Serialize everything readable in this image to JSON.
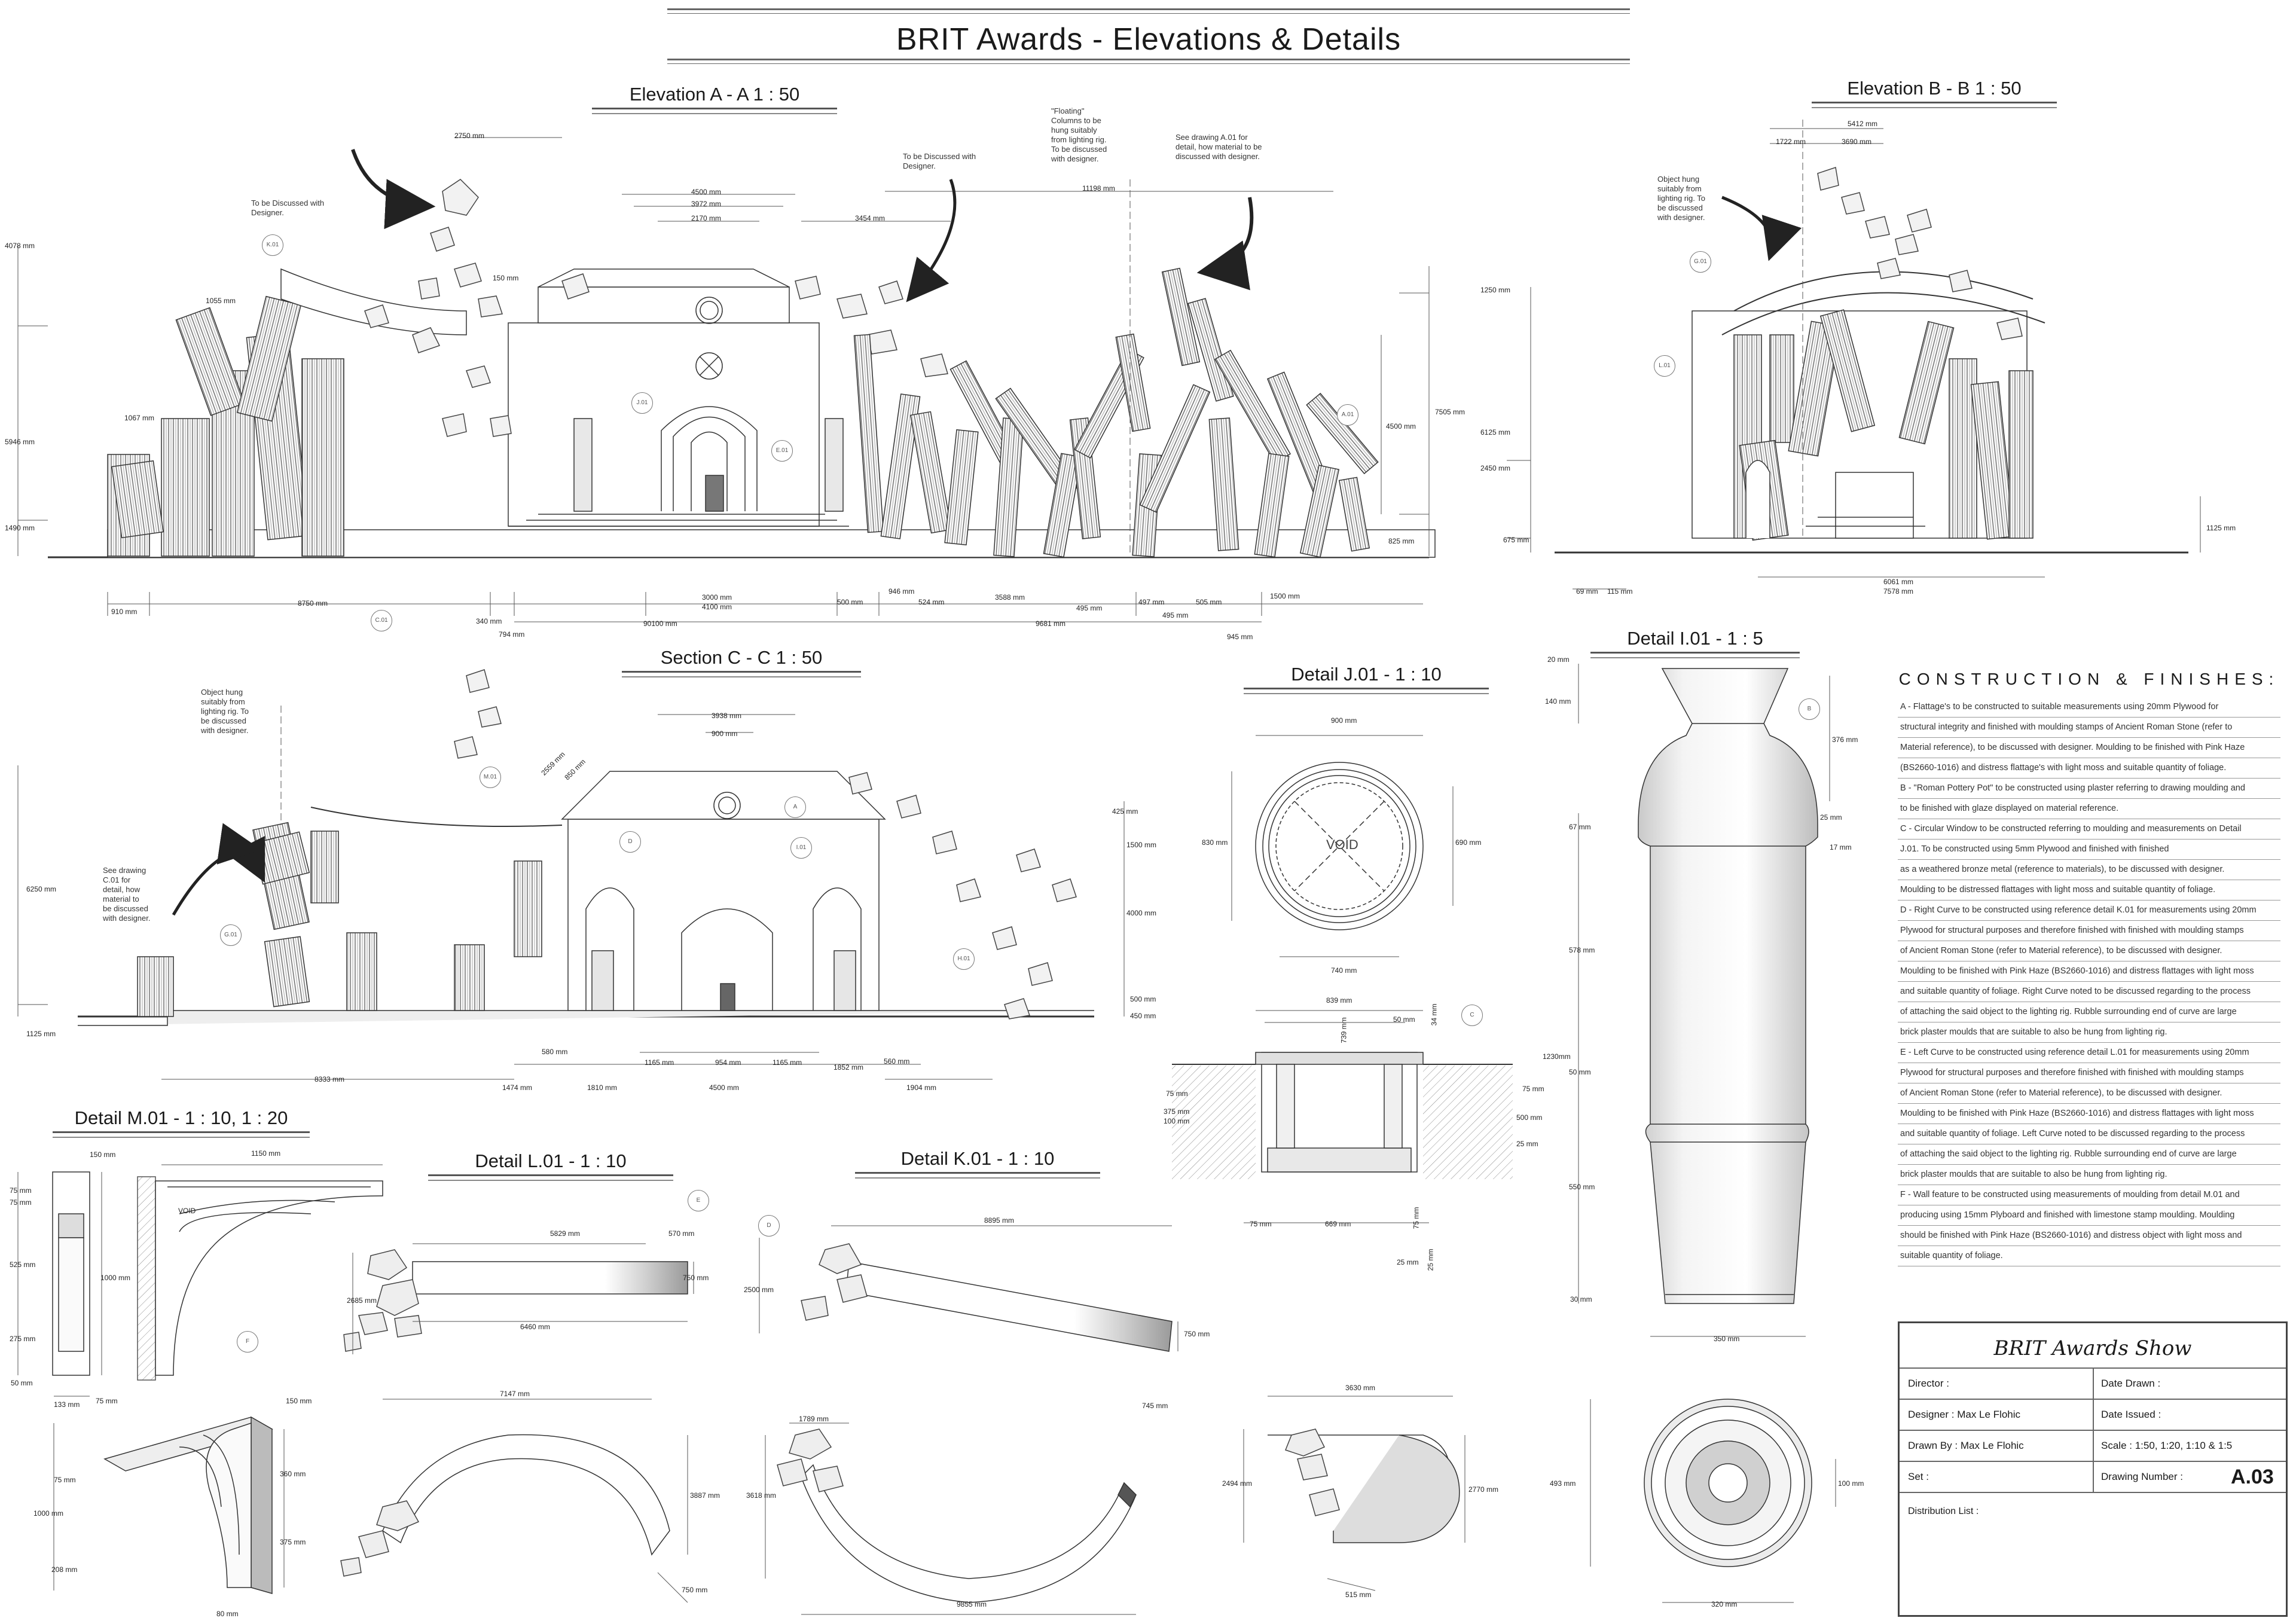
{
  "title": "BRIT Awards - Elevations & Details",
  "views": {
    "elev_a": "Elevation A - A    1 : 50",
    "elev_b": "Elevation B - B    1 : 50",
    "section_c": "Section C - C    1 : 50",
    "detail_j": "Detail J.01  -  1 : 10",
    "detail_i": "Detail I.01  -  1 : 5",
    "detail_m": "Detail M.01  -  1 : 10, 1 : 20",
    "detail_l": "Detail L.01  -  1 : 10",
    "detail_k": "Detail K.01  -  1 : 10"
  },
  "notes": {
    "a_discuss": "To be Discussed with\nDesigner.",
    "a_discuss2": "To be Discussed with\nDesigner.",
    "a_floating": "\"Floating\"\nColumns to be\nhung suitably\nfrom lighting rig.\nTo be discussed\nwith designer.",
    "a_see": "See drawing A.01 for\ndetail, how material to be\ndiscussed with designer.",
    "b_object": "Object hung\nsuitably from\nlighting rig. To\nbe discussed\nwith designer.",
    "c_object": "Object hung\nsuitably from\nlighting rig. To\nbe discussed\nwith designer.",
    "c_see": "See drawing\nC.01 for\ndetail, how\nmaterial to\nbe discussed\nwith designer."
  },
  "void_label": "VOID",
  "dims_a": {
    "d2750": "2750 mm",
    "d4500": "4500 mm",
    "d3972": "3972 mm",
    "d2170": "2170 mm",
    "d3454": "3454 mm",
    "d11198": "11198 mm",
    "d4078": "4078 mm",
    "d150": "150 mm",
    "d1055": "1055 mm",
    "d1067": "1067 mm",
    "d5946": "5946 mm",
    "d1490": "1490 mm",
    "d910": "910 mm",
    "d8750": "8750 mm",
    "d340": "340 mm",
    "d794": "794 mm",
    "d3000": "3000 mm",
    "d4100": "4100 mm",
    "d500": "500 mm",
    "d946": "946 mm",
    "d524": "524 mm",
    "d3588": "3588 mm",
    "d495a": "495 mm",
    "d497": "497 mm",
    "d505": "505 mm",
    "d1500": "1500 mm",
    "d495b": "495 mm",
    "d9681": "9681 mm",
    "d90100": "90100 mm",
    "d945": "945 mm",
    "d1250": "1250 mm",
    "d4500b": "4500 mm",
    "d7505": "7505 mm",
    "d825": "825 mm"
  },
  "dims_b": {
    "d5412": "5412 mm",
    "d1722": "1722 mm",
    "d3690": "3690 mm",
    "d6125": "6125 mm",
    "d2450": "2450 mm",
    "d675": "675 mm",
    "d1125": "1125 mm",
    "d69": "69 mm",
    "d115": "115 mm",
    "d6061": "6061 mm",
    "d7578": "7578 mm"
  },
  "dims_c": {
    "d3938": "3938 mm",
    "d900": "900 mm",
    "d2559": "2559 mm",
    "d850": "850 mm",
    "d425": "425 mm",
    "d1500": "1500 mm",
    "d4000": "4000 mm",
    "d500": "500 mm",
    "d450": "450 mm",
    "d6250": "6250 mm",
    "d1125": "1125 mm",
    "d8333": "8333 mm",
    "d580": "580 mm",
    "d1474": "1474 mm",
    "d1810": "1810 mm",
    "d1165a": "1165 mm",
    "d954": "954 mm",
    "d1165b": "1165 mm",
    "d4500": "4500 mm",
    "d1852": "1852 mm",
    "d560": "560 mm",
    "d1904": "1904 mm"
  },
  "dims_j": {
    "d900": "900 mm",
    "d830": "830 mm",
    "d690": "690 mm",
    "d740": "740 mm",
    "d839": "839 mm",
    "d739": "739 mm",
    "d50": "50 mm",
    "d34": "34 mm",
    "d75a": "75 mm",
    "d375": "375 mm",
    "d100": "100 mm",
    "d75b": "75 mm",
    "d500": "500 mm",
    "d25a": "25 mm",
    "d75c": "75 mm",
    "d669": "669 mm",
    "d75d": "75 mm",
    "d25b": "25 mm",
    "d25c": "25 mm"
  },
  "dims_i": {
    "d20": "20 mm",
    "d140": "140 mm",
    "d376": "376 mm",
    "d25": "25 mm",
    "d17": "17 mm",
    "d67": "67 mm",
    "d578": "578 mm",
    "d1230": "1230mm",
    "d50": "50 mm",
    "d550": "550 mm",
    "d30": "30 mm",
    "d350": "350 mm",
    "d493": "493 mm",
    "d100": "100 mm",
    "d320": "320 mm"
  },
  "dims_m": {
    "d150a": "150 mm",
    "d1150": "1150 mm",
    "d75a": "75 mm",
    "d75b": "75 mm",
    "d525": "525 mm",
    "d1000a": "1000 mm",
    "d275": "275 mm",
    "d50": "50 mm",
    "d133": "133 mm",
    "d75c": "75 mm",
    "d150b": "150 mm",
    "d75d": "75 mm",
    "d360": "360 mm",
    "d1000b": "1000 mm",
    "d375": "375 mm",
    "d208": "208 mm",
    "d80": "80 mm",
    "void": "VOID"
  },
  "dims_l": {
    "d5829": "5829 mm",
    "d570": "570 mm",
    "d2685": "2685 mm",
    "d750": "750 mm",
    "d6460": "6460 mm",
    "d7147": "7147 mm",
    "d3887": "3887 mm",
    "d750b": "750 mm"
  },
  "dims_k": {
    "d8895": "8895 mm",
    "d2500": "2500 mm",
    "d750": "750 mm",
    "d1789": "1789 mm",
    "d745": "745 mm",
    "d3618": "3618 mm",
    "d9855": "9855 mm"
  },
  "dims_misc": {
    "d3630": "3630 mm",
    "d2494": "2494 mm",
    "d2770": "2770 mm",
    "d515": "515 mm"
  },
  "tags": {
    "k01a": "K.01",
    "c01a": "C.01",
    "j01a": "J.01",
    "e01a": "E.01",
    "a01a": "A.01",
    "g01b": "G.01",
    "l01b": "L.01",
    "m01c": "M.01",
    "a_c": "A",
    "d_c": "D",
    "i01c": "I.01",
    "g01c": "G.01",
    "h01c": "H.01",
    "b_i": "B",
    "c_j": "C",
    "e_l": "E",
    "f_m": "F",
    "d_k": "D"
  },
  "construction": {
    "title": "CONSTRUCTION & FINISHES:",
    "lines": [
      "A - Flattage's to be constructed to suitable measurements using 20mm Plywood for",
      "structural integrity and finished with moulding stamps of Ancient Roman Stone (refer to",
      "Material reference), to be discussed with designer. Moulding to be finished with Pink Haze",
      "(BS2660-1016) and distress flattage's with light moss and suitable quantity of foliage.",
      "B - \"Roman Pottery Pot\" to be constructed using plaster referring to drawing moulding and",
      "to be finished with glaze displayed on material reference.",
      "C - Circular Window to be constructed referring to moulding and measurements on Detail",
      "J.01. To be constructed using 5mm Plywood and finished with  finished",
      "as a weathered bronze metal (reference to materials), to be discussed with designer.",
      "Moulding to be distressed flattages with light moss and suitable quantity of foliage.",
      "D - Right Curve to be constructed using reference detail K.01 for measurements using 20mm",
      "Plywood for structural purposes and therefore  finished with  finished with moulding stamps",
      "of Ancient Roman Stone (refer to Material reference), to be discussed with designer.",
      "Moulding to be finished with Pink Haze (BS2660-1016) and distress flattages with light moss",
      "and suitable quantity of foliage. Right Curve  noted to be discussed regarding to the process",
      "of attaching the said object to the lighting rig. Rubble surrounding end of curve are large",
      "brick plaster moulds that are suitable to also be hung from lighting rig.",
      "E - Left Curve to be constructed using reference detail L.01 for measurements using 20mm",
      "Plywood for structural purposes and therefore  finished with  finished with moulding stamps",
      "of Ancient Roman Stone (refer to Material reference), to be discussed with designer.",
      "Moulding to be finished with Pink Haze (BS2660-1016) and distress flattages with light moss",
      "and suitable quantity of foliage. Left Curve  noted to be discussed regarding to the process",
      "of attaching the said object to the lighting rig. Rubble surrounding end of curve are large",
      "brick plaster moulds that are suitable to also be hung from lighting rig.",
      "F - Wall feature to be constructed using measurements of moulding from detail M.01 and",
      "producing using 15mm Plyboard and finished with limestone stamp moulding. Moulding",
      "should be finished with Pink Haze (BS2660-1016) and distress object with light moss and",
      "suitable quantity of foliage."
    ]
  },
  "title_block": {
    "project": "BRIT Awards Show",
    "director": "Director :",
    "date_drawn": "Date Drawn :",
    "designer": "Designer : Max Le Flohic",
    "date_issued": "Date Issued :",
    "drawn_by": "Drawn By : Max Le Flohic",
    "scale": "Scale : 1:50, 1:20, 1:10 & 1:5",
    "set": "Set :",
    "drawing_number_label": "Drawing Number :",
    "drawing_number": "A.03",
    "distribution": "Distribution List :"
  }
}
